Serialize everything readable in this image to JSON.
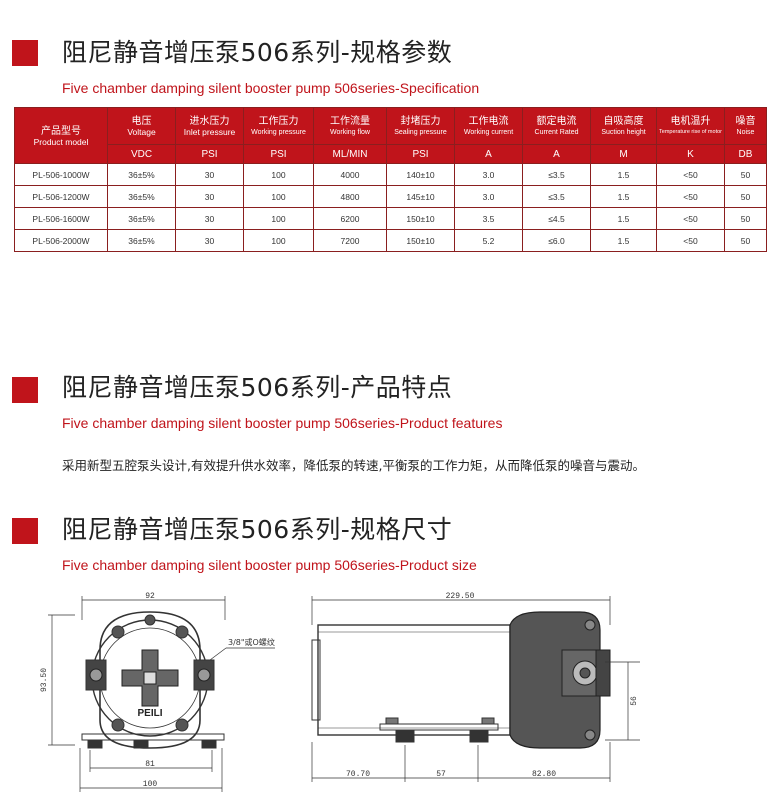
{
  "colors": {
    "accent": "#c0141b",
    "header_text": "#ffffff"
  },
  "sections": [
    {
      "title_cn": "阻尼静音增压泵506系列-规格参数",
      "title_en": "Five chamber damping silent booster pump 506series-Specification"
    },
    {
      "title_cn": "阻尼静音增压泵506系列-产品特点",
      "title_en": "Five chamber damping silent booster pump 506series-Product features"
    },
    {
      "title_cn": "阻尼静音增压泵506系列-规格尺寸",
      "title_en": "Five chamber damping silent booster pump 506series-Product size"
    }
  ],
  "table": {
    "model_header": {
      "cn": "产品型号",
      "en": "Product model"
    },
    "columns": [
      {
        "cn": "电压",
        "en": "Voltage",
        "unit": "VDC"
      },
      {
        "cn": "进水压力",
        "en": "Inlet pressure",
        "unit": "PSI"
      },
      {
        "cn": "工作压力",
        "en": "Working pressure",
        "unit": "PSI"
      },
      {
        "cn": "工作流量",
        "en": "Working flow",
        "unit": "ML/MIN"
      },
      {
        "cn": "封堵压力",
        "en": "Sealing pressure",
        "unit": "PSI"
      },
      {
        "cn": "工作电流",
        "en": "Working current",
        "unit": "A"
      },
      {
        "cn": "额定电流",
        "en": "Current Rated",
        "unit": "A"
      },
      {
        "cn": "自吸高度",
        "en": "Suction height",
        "unit": "M"
      },
      {
        "cn": "电机温升",
        "en": "Temperature rise of motor",
        "unit": "K"
      },
      {
        "cn": "噪音",
        "en": "Noise",
        "unit": "DB"
      }
    ],
    "rows": [
      [
        "PL-506-1000W",
        "36±5%",
        "30",
        "100",
        "4000",
        "140±10",
        "3.0",
        "≤3.5",
        "1.5",
        "<50",
        "50"
      ],
      [
        "PL-506-1200W",
        "36±5%",
        "30",
        "100",
        "4800",
        "145±10",
        "3.0",
        "≤3.5",
        "1.5",
        "<50",
        "50"
      ],
      [
        "PL-506-1600W",
        "36±5%",
        "30",
        "100",
        "6200",
        "150±10",
        "3.5",
        "≤4.5",
        "1.5",
        "<50",
        "50"
      ],
      [
        "PL-506-2000W",
        "36±5%",
        "30",
        "100",
        "7200",
        "150±10",
        "5.2",
        "≤6.0",
        "1.5",
        "<50",
        "50"
      ]
    ]
  },
  "features": {
    "text": "采用新型五腔泵头设计,有效提升供水效率，降低泵的转速,平衡泵的工作力矩，从而降低泵的噪音与震动。"
  },
  "drawing": {
    "front": {
      "dim_width_top": "92",
      "dim_height": "93.50",
      "dim_bottom_1": "81",
      "dim_bottom_2": "100",
      "port_note": "3/8\"或O螺纹",
      "logo": "PEILI"
    },
    "side": {
      "dim_total": "229.50",
      "dim_a": "70.70",
      "dim_b": "57",
      "dim_c": "82.80",
      "dim_height": "56"
    }
  }
}
